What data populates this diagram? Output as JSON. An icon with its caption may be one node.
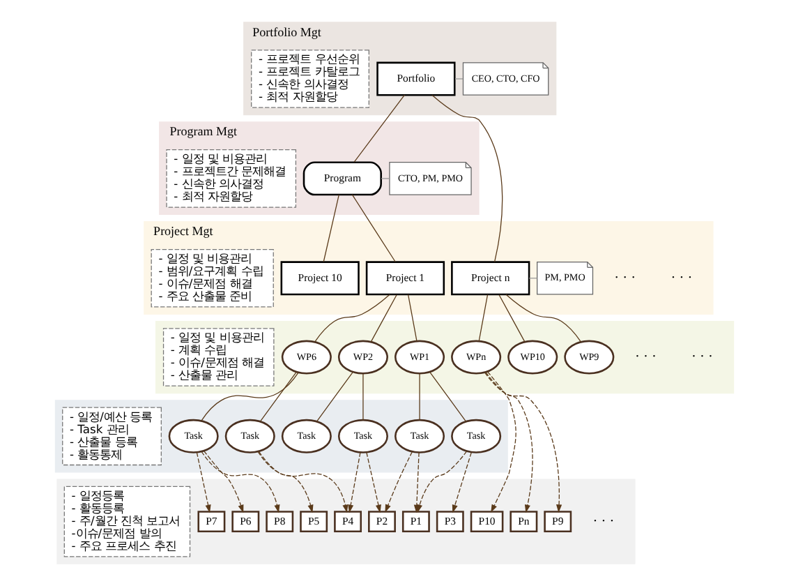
{
  "diagram": {
    "nodes": [
      {
        "text": [
          "Portfolio Mgt"
        ]
      },
      {
        "text": [
          "Portfolio"
        ],
        "in": 0
      },
      {
        "text": [
          "CEO, CTO, CFO"
        ],
        "in": 0
      },
      {
        "text": [
          "- 프로젝트 우선순위",
          "- 프로젝트 카탈로그",
          "- 신속한 의사결정",
          "- 최적 자원할당"
        ],
        "in": 0
      },
      {
        "text": [
          "Program Mgt"
        ]
      },
      {
        "text": [
          "Program"
        ],
        "in": 4
      },
      {
        "text": [
          "CTO, PM, PMO"
        ],
        "in": 4
      },
      {
        "text": [
          "- 일정 및 비용관리",
          "- 프로젝트간 문제해결",
          "- 신속한 의사결정",
          "- 최적 자원할당"
        ],
        "in": 4
      },
      {
        "text": [
          "Project Mgt"
        ]
      },
      {
        "text": [
          "Project 1"
        ],
        "in": 8
      },
      {
        "text": [
          "Project 10"
        ],
        "in": 8
      },
      {
        "text": [
          "Project n"
        ],
        "in": 8
      },
      {
        "text": [
          "PM, PMO"
        ],
        "in": 8
      },
      {
        "text": [
          "- 일정 및 비용관리",
          "- 범위/요구계획 수립",
          "- 이슈/문제점 해결",
          "- 주요 산출물 준비"
        ],
        "in": 8
      },
      {
        "text": [],
        "shape": "box"
      },
      {
        "text": [
          "WP1"
        ],
        "in": 14
      },
      {
        "text": [
          "WP2"
        ],
        "in": 14
      },
      {
        "text": [
          "WP6"
        ],
        "in": 14
      },
      {
        "text": [
          "WP9"
        ],
        "in": 14
      },
      {
        "text": [
          "WP10"
        ],
        "in": 14
      },
      {
        "text": [
          "WPn"
        ],
        "in": 14
      },
      {
        "text": [
          "- 일정 및 비용관리",
          "- 계획 수립",
          "- 이슈/문제점 해결",
          "- 산출물 관리"
        ],
        "in": 14
      },
      {
        "text": [],
        "shape": "box"
      },
      {
        "text": [
          "Task"
        ],
        "in": 22
      },
      {
        "text": [
          "Task"
        ],
        "in": 22
      },
      {
        "text": [
          "Task"
        ],
        "in": 22
      },
      {
        "text": [
          "Task"
        ],
        "in": 22
      },
      {
        "text": [
          "Task"
        ],
        "in": 22
      },
      {
        "text": [
          "Task"
        ],
        "in": 22
      },
      {
        "text": [
          "- 일정/예산 등록",
          "- Task 관리",
          "- 산출물 등록",
          "- 활동통제"
        ],
        "in": 22
      },
      {
        "text": [],
        "shape": "box"
      },
      {
        "text": [
          "P1"
        ],
        "in": 30
      },
      {
        "text": [
          "P2"
        ],
        "in": 30
      },
      {
        "text": [
          "P3"
        ],
        "in": 30
      },
      {
        "text": [
          "P4"
        ],
        "in": 30
      },
      {
        "text": [
          "P5"
        ],
        "in": 30
      },
      {
        "text": [
          "P6"
        ],
        "in": 30
      },
      {
        "text": [
          "P7"
        ],
        "in": 30
      },
      {
        "text": [
          "P8"
        ],
        "in": 30
      },
      {
        "text": [
          "P9"
        ],
        "in": 30
      },
      {
        "text": [
          "P10"
        ],
        "in": 30
      },
      {
        "text": [
          "Pn"
        ],
        "in": 30
      },
      {
        "text": [
          "- 일정등록",
          "- 활동등록",
          "- 주/월간 진척 보고서",
          "-이슈/문제점 발의",
          "- 주요 프로세스 추진"
        ],
        "in": 30
      }
    ],
    "edges": [
      {
        "from": 1,
        "to": 2,
        "arrow": "none",
        "color": "#999999"
      },
      {
        "from": 1,
        "to": 5,
        "arrow": "none"
      },
      {
        "from": 1,
        "to": 11,
        "arrow": "none"
      },
      {
        "from": 5,
        "to": 6,
        "arrow": "none",
        "color": "#999999"
      },
      {
        "from": 5,
        "to": 9,
        "arrow": "none"
      },
      {
        "from": 5,
        "to": 10,
        "arrow": "none"
      },
      {
        "from": 11,
        "to": 12,
        "arrow": "none",
        "color": "#999999"
      },
      {
        "from": 9,
        "to": 15,
        "arrow": "none"
      },
      {
        "from": 9,
        "to": 16,
        "arrow": "none"
      },
      {
        "from": 9,
        "to": 17,
        "arrow": "none"
      },
      {
        "from": 11,
        "to": 18,
        "arrow": "none"
      },
      {
        "from": 11,
        "to": 19,
        "arrow": "none"
      },
      {
        "from": 11,
        "to": 20,
        "arrow": "none"
      },
      {
        "from": 15,
        "to": 23,
        "arrow": "none"
      },
      {
        "from": 15,
        "to": 24,
        "arrow": "none"
      },
      {
        "from": 16,
        "to": 25,
        "arrow": "none"
      },
      {
        "from": 16,
        "to": 26,
        "arrow": "none"
      },
      {
        "from": 17,
        "to": 27,
        "arrow": "none"
      },
      {
        "from": 17,
        "to": 28,
        "arrow": "none"
      },
      {
        "from": 23,
        "to": 31,
        "arrow": "to",
        "style": "dashed"
      },
      {
        "from": 23,
        "to": 32,
        "arrow": "to",
        "style": "dashed"
      },
      {
        "from": 24,
        "to": 31,
        "arrow": "to",
        "style": "dashed"
      },
      {
        "from": 24,
        "to": 33,
        "arrow": "to",
        "style": "dashed"
      },
      {
        "from": 25,
        "to": 32,
        "arrow": "to",
        "style": "dashed"
      },
      {
        "from": 25,
        "to": 34,
        "arrow": "to",
        "style": "dashed"
      },
      {
        "from": 27,
        "to": 34,
        "arrow": "to",
        "style": "dashed"
      },
      {
        "from": 27,
        "to": 35,
        "arrow": "to",
        "style": "dashed"
      },
      {
        "from": 28,
        "to": 36,
        "arrow": "to",
        "style": "dashed"
      },
      {
        "from": 28,
        "to": 37,
        "arrow": "to",
        "style": "dashed"
      },
      {
        "from": 28,
        "to": 38,
        "arrow": "to",
        "style": "dashed"
      },
      {
        "from": 20,
        "to": 39,
        "arrow": "to",
        "style": "dashed"
      },
      {
        "from": 20,
        "to": 40,
        "arrow": "to",
        "style": "dashed"
      },
      {
        "from": 20,
        "to": 41,
        "arrow": "to",
        "style": "dashed"
      }
    ],
    "labels": [
      "· · ·",
      "· · ·",
      "· · ·",
      "· · ·",
      "· · ·"
    ]
  }
}
